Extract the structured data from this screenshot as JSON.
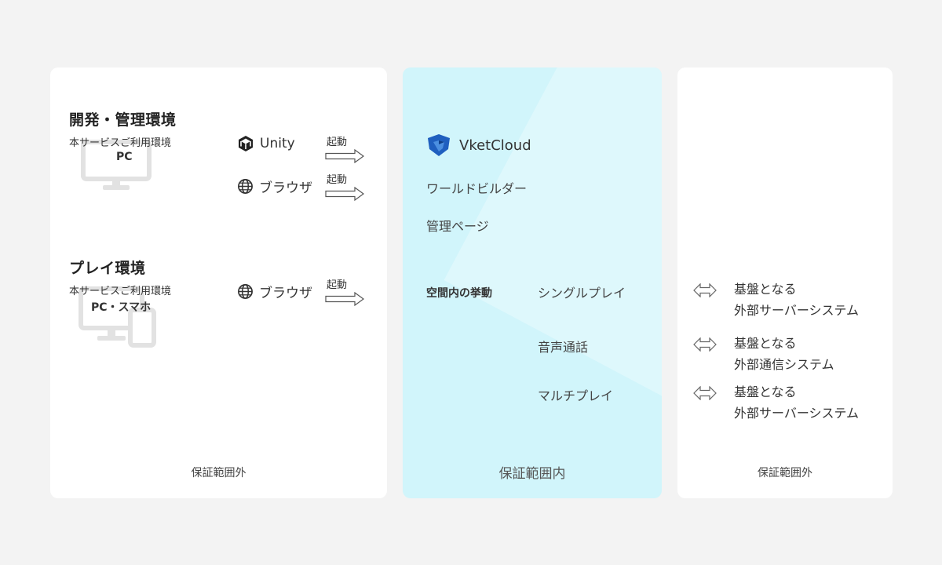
{
  "left": {
    "dev": {
      "title": "開発・管理環境",
      "subtitle": "本サービスご利用環境",
      "device": "PC",
      "tools": [
        {
          "icon": "unity-icon",
          "label": "Unity",
          "action": "起動"
        },
        {
          "icon": "globe-icon",
          "label": "ブラウザ",
          "action": "起動"
        }
      ]
    },
    "play": {
      "title": "プレイ環境",
      "subtitle": "本サービスご利用環境",
      "device": "PC・スマホ",
      "tools": [
        {
          "icon": "globe-icon",
          "label": "ブラウザ",
          "action": "起動"
        }
      ]
    },
    "footer": "保証範囲外"
  },
  "middle": {
    "logo_text": "VketCloud",
    "items": [
      "ワールドビルダー",
      "管理ページ"
    ],
    "behavior_label": "空間内の挙動",
    "behaviors": [
      "シングルプレイ",
      "音声通話",
      "マルチプレイ"
    ],
    "footer": "保証範囲内"
  },
  "right": {
    "rows": [
      {
        "line1": "基盤となる",
        "line2": "外部サーバーシステム"
      },
      {
        "line1": "基盤となる",
        "line2": "外部通信システム"
      },
      {
        "line1": "基盤となる",
        "line2": "外部サーバーシステム"
      }
    ],
    "footer": "保証範囲外"
  },
  "colors": {
    "background": "#f3f3f3",
    "panel": "#ffffff",
    "highlight_panel": "#d1f5fb",
    "device_icon": "#e2e2e2",
    "logo_blue": "#1f5fbf"
  }
}
